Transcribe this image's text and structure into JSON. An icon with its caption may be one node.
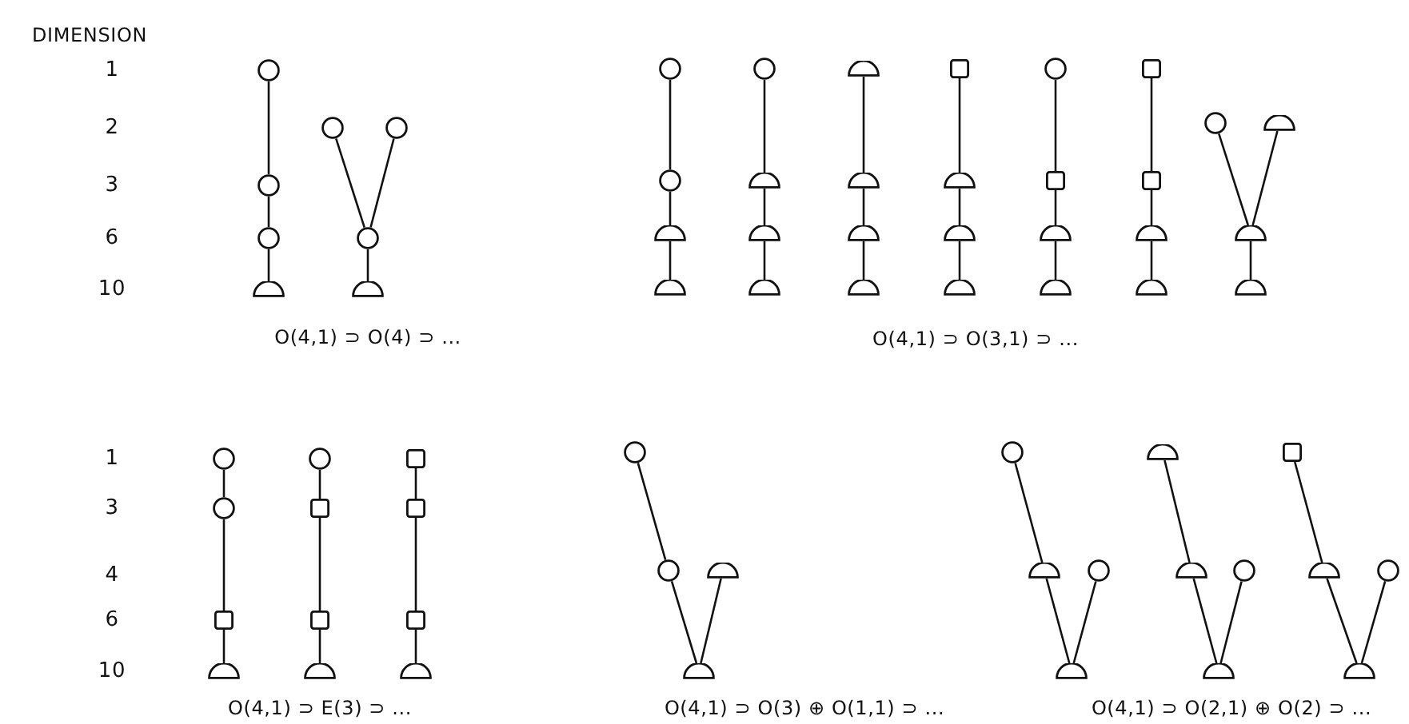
{
  "diagram": {
    "nodes": [
      {
        "text": [],
        "shape": "circle"
      },
      {
        "text": [],
        "shape": "circle"
      },
      {
        "text": [],
        "shape": "circle"
      },
      {
        "text": [],
        "shape": "semicircle"
      },
      {
        "text": [],
        "shape": "circle"
      },
      {
        "text": [],
        "shape": "circle"
      },
      {
        "text": [],
        "shape": "circle"
      },
      {
        "text": [],
        "shape": "semicircle"
      },
      {
        "text": [],
        "shape": "circle"
      },
      {
        "text": [],
        "shape": "circle"
      },
      {
        "text": [],
        "shape": "semicircle"
      },
      {
        "text": [],
        "shape": "semicircle"
      },
      {
        "text": [],
        "shape": "circle"
      },
      {
        "text": [],
        "shape": "semicircle"
      },
      {
        "text": [],
        "shape": "semicircle"
      },
      {
        "text": [],
        "shape": "semicircle"
      },
      {
        "text": [],
        "shape": "semicircle"
      },
      {
        "text": [],
        "shape": "semicircle"
      },
      {
        "text": [],
        "shape": "semicircle"
      },
      {
        "text": [],
        "shape": "semicircle"
      },
      {
        "text": [],
        "shape": "box"
      },
      {
        "text": [],
        "shape": "semicircle"
      },
      {
        "text": [],
        "shape": "semicircle"
      },
      {
        "text": [],
        "shape": "semicircle"
      },
      {
        "text": [],
        "shape": "circle"
      },
      {
        "text": [],
        "shape": "box"
      },
      {
        "text": [],
        "shape": "semicircle"
      },
      {
        "text": [],
        "shape": "semicircle"
      },
      {
        "text": [],
        "shape": "box"
      },
      {
        "text": [],
        "shape": "box"
      },
      {
        "text": [],
        "shape": "semicircle"
      },
      {
        "text": [],
        "shape": "semicircle"
      },
      {
        "text": [],
        "shape": "circle"
      },
      {
        "text": [],
        "shape": "semicircle"
      },
      {
        "text": [],
        "shape": "semicircle"
      },
      {
        "text": [],
        "shape": "semicircle"
      },
      {
        "text": [],
        "shape": "circle"
      },
      {
        "text": [],
        "shape": "circle"
      },
      {
        "text": [],
        "shape": "box"
      },
      {
        "text": [],
        "shape": "semicircle"
      },
      {
        "text": [],
        "shape": "circle"
      },
      {
        "text": [],
        "shape": "box"
      },
      {
        "text": [],
        "shape": "box"
      },
      {
        "text": [],
        "shape": "semicircle"
      },
      {
        "text": [],
        "shape": "box"
      },
      {
        "text": [],
        "shape": "box"
      },
      {
        "text": [],
        "shape": "box"
      },
      {
        "text": [],
        "shape": "semicircle"
      },
      {
        "text": [],
        "shape": "circle"
      },
      {
        "text": [],
        "shape": "circle"
      },
      {
        "text": [],
        "shape": "semicircle"
      },
      {
        "text": [],
        "shape": "semicircle"
      },
      {
        "text": [],
        "shape": "circle"
      },
      {
        "text": [],
        "shape": "semicircle"
      },
      {
        "text": [],
        "shape": "circle"
      },
      {
        "text": [],
        "shape": "semicircle"
      },
      {
        "text": [],
        "shape": "semicircle"
      },
      {
        "text": [],
        "shape": "semicircle"
      },
      {
        "text": [],
        "shape": "circle"
      },
      {
        "text": [],
        "shape": "semicircle"
      },
      {
        "text": [],
        "shape": "box"
      },
      {
        "text": [],
        "shape": "semicircle"
      },
      {
        "text": [],
        "shape": "circle"
      },
      {
        "text": [],
        "shape": "semicircle"
      }
    ],
    "edges": [
      {
        "from": 0,
        "to": 1,
        "arrow": "none"
      },
      {
        "from": 1,
        "to": 2,
        "arrow": "none"
      },
      {
        "from": 2,
        "to": 3,
        "arrow": "none"
      },
      {
        "from": 4,
        "to": 6,
        "arrow": "none"
      },
      {
        "from": 5,
        "to": 6,
        "arrow": "none"
      },
      {
        "from": 6,
        "to": 7,
        "arrow": "none"
      },
      {
        "from": 8,
        "to": 9,
        "arrow": "none"
      },
      {
        "from": 9,
        "to": 10,
        "arrow": "none"
      },
      {
        "from": 10,
        "to": 11,
        "arrow": "none"
      },
      {
        "from": 12,
        "to": 13,
        "arrow": "none"
      },
      {
        "from": 13,
        "to": 14,
        "arrow": "none"
      },
      {
        "from": 14,
        "to": 15,
        "arrow": "none"
      },
      {
        "from": 16,
        "to": 17,
        "arrow": "none"
      },
      {
        "from": 17,
        "to": 18,
        "arrow": "none"
      },
      {
        "from": 18,
        "to": 19,
        "arrow": "none"
      },
      {
        "from": 20,
        "to": 21,
        "arrow": "none"
      },
      {
        "from": 21,
        "to": 22,
        "arrow": "none"
      },
      {
        "from": 22,
        "to": 23,
        "arrow": "none"
      },
      {
        "from": 24,
        "to": 25,
        "arrow": "none"
      },
      {
        "from": 25,
        "to": 26,
        "arrow": "none"
      },
      {
        "from": 26,
        "to": 27,
        "arrow": "none"
      },
      {
        "from": 28,
        "to": 29,
        "arrow": "none"
      },
      {
        "from": 29,
        "to": 30,
        "arrow": "none"
      },
      {
        "from": 30,
        "to": 31,
        "arrow": "none"
      },
      {
        "from": 32,
        "to": 34,
        "arrow": "none"
      },
      {
        "from": 33,
        "to": 34,
        "arrow": "none"
      },
      {
        "from": 34,
        "to": 35,
        "arrow": "none"
      },
      {
        "from": 36,
        "to": 37,
        "arrow": "none"
      },
      {
        "from": 37,
        "to": 38,
        "arrow": "none"
      },
      {
        "from": 38,
        "to": 39,
        "arrow": "none"
      },
      {
        "from": 40,
        "to": 41,
        "arrow": "none"
      },
      {
        "from": 41,
        "to": 42,
        "arrow": "none"
      },
      {
        "from": 42,
        "to": 43,
        "arrow": "none"
      },
      {
        "from": 44,
        "to": 45,
        "arrow": "none"
      },
      {
        "from": 45,
        "to": 46,
        "arrow": "none"
      },
      {
        "from": 46,
        "to": 47,
        "arrow": "none"
      },
      {
        "from": 48,
        "to": 49,
        "arrow": "none"
      },
      {
        "from": 49,
        "to": 51,
        "arrow": "none"
      },
      {
        "from": 50,
        "to": 51,
        "arrow": "none"
      },
      {
        "from": 52,
        "to": 53,
        "arrow": "none"
      },
      {
        "from": 53,
        "to": 55,
        "arrow": "none"
      },
      {
        "from": 54,
        "to": 55,
        "arrow": "none"
      },
      {
        "from": 56,
        "to": 57,
        "arrow": "none"
      },
      {
        "from": 57,
        "to": 59,
        "arrow": "none"
      },
      {
        "from": 58,
        "to": 59,
        "arrow": "none"
      },
      {
        "from": 60,
        "to": 61,
        "arrow": "none"
      },
      {
        "from": 61,
        "to": 63,
        "arrow": "none"
      },
      {
        "from": 62,
        "to": 63,
        "arrow": "none"
      }
    ],
    "labels": [
      "DIMENSION",
      "1",
      "2",
      "3",
      "6",
      "10",
      "O(4,1) ⊃ O(4) ⊃ ...",
      "O(4,1) ⊃ O(3,1) ⊃ ...",
      "1",
      "3",
      "4",
      "6",
      "10",
      "O(4,1) ⊃ E(3) ⊃ ...",
      "O(4,1) ⊃ O(3) ⊕ O(1,1) ⊃ ...",
      "O(4,1) ⊃ O(2,1) ⊕ O(2) ⊃ ..."
    ]
  }
}
